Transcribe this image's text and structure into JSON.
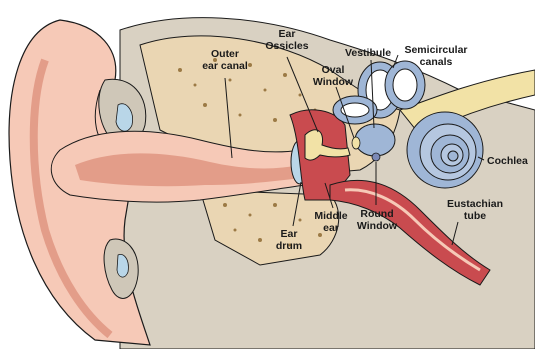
{
  "diagram": {
    "labels": {
      "outer_ear_canal": [
        "Outer",
        "ear canal"
      ],
      "ear_ossicles": [
        "Ear",
        "Ossicles"
      ],
      "oval_window": [
        "Oval",
        "Window"
      ],
      "vestibule": [
        "Vestibule"
      ],
      "semicircular_canals": [
        "Semicircular",
        "canals"
      ],
      "cochlea": [
        "Cochlea"
      ],
      "eustachian_tube": [
        "Eustachian",
        "tube"
      ],
      "round_window": [
        "Round",
        "Window"
      ],
      "middle_ear": [
        "Middle",
        "ear"
      ],
      "ear_drum": [
        "Ear",
        "drum"
      ]
    },
    "colors": {
      "skin": "#f6c9b7",
      "skin_dark": "#e39d89",
      "bone": "#ead6b3",
      "bone_dots": "#9c7a45",
      "gray_tissue": "#cfc7b8",
      "canal_red": "#c94b4f",
      "inner_ear_blue": "#9fb6d6",
      "nerve_yellow": "#f2e2a6",
      "line": "#1a1a1a"
    }
  }
}
